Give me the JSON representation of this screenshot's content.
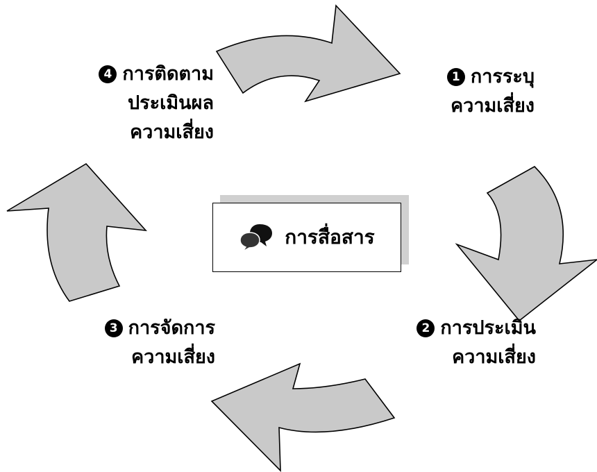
{
  "diagram": {
    "center": {
      "icon": "chat-bubbles-icon",
      "label": "การสื่อสาร"
    },
    "steps": [
      {
        "number": "1",
        "lines": [
          "การระบุ",
          "ความเสี่ยง"
        ]
      },
      {
        "number": "2",
        "lines": [
          "การประเมิน",
          "ความเสี่ยง"
        ]
      },
      {
        "number": "3",
        "lines": [
          "การจัดการ",
          "ความเสี่ยง"
        ]
      },
      {
        "number": "4",
        "lines": [
          "การติดตาม",
          "ประเมินผล",
          "ความเสี่ยง"
        ]
      }
    ],
    "colors": {
      "arrow_fill": "#c9c9c9",
      "arrow_stroke": "#000000",
      "text": "#000000",
      "shadow": "#d0d0d0"
    }
  }
}
